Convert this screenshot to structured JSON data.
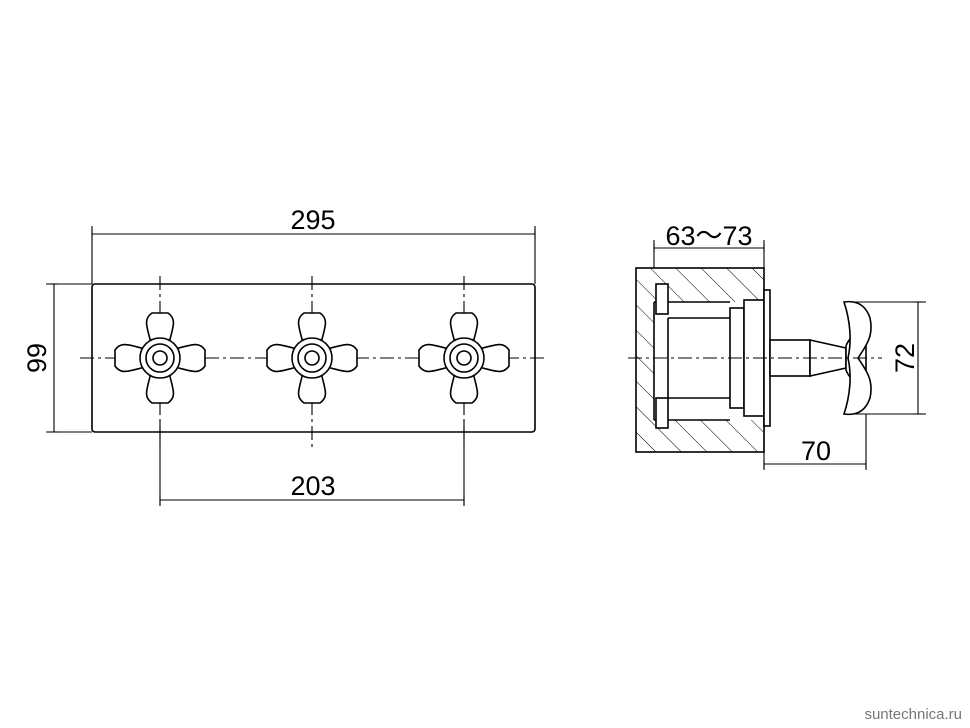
{
  "dimensions": {
    "plate_width": "295",
    "plate_height": "99",
    "handle_spacing": "203",
    "wall_depth": "63～73",
    "projection": "70",
    "handle_diameter": "72"
  },
  "watermark": "suntechnica.ru",
  "colors": {
    "line": "#000000",
    "background": "#ffffff",
    "watermark": "#777777"
  }
}
